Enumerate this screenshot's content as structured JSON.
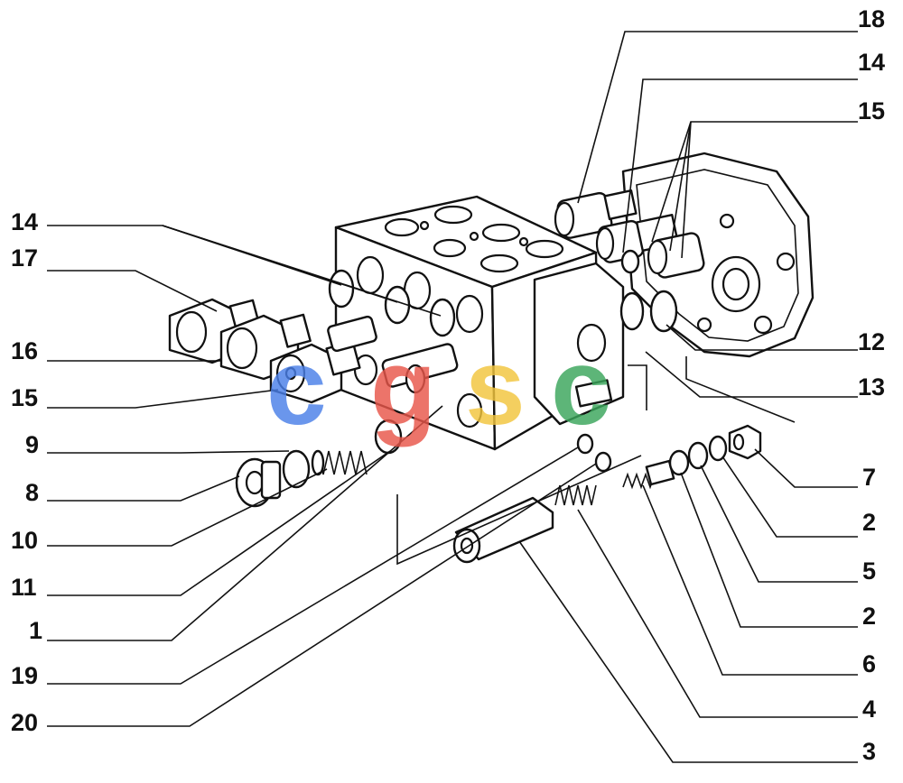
{
  "callouts": {
    "left": [
      "14",
      "17",
      "16",
      "15",
      "9",
      "8",
      "10",
      "11",
      "1",
      "19",
      "20"
    ],
    "right": [
      "18",
      "14",
      "15",
      "12",
      "13",
      "7",
      "2",
      "5",
      "2",
      "6",
      "4",
      "3"
    ]
  },
  "watermark": {
    "text": "cgsc",
    "colors": {
      "c1": "#4a7fe8",
      "g": "#e8564a",
      "s": "#f2c53d",
      "c2": "#3aa65b"
    }
  }
}
